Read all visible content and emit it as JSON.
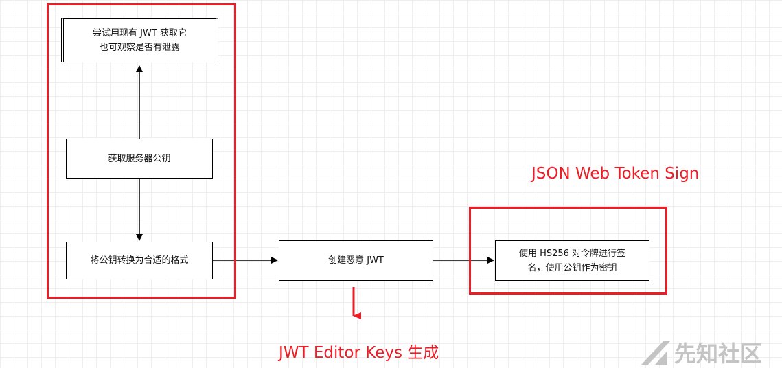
{
  "nodes": {
    "try_existing": "尝试用现有 JWT 获取它\n也可观察是否有泄露",
    "get_public_key": "获取服务器公钥",
    "convert_format": "将公钥转换为合适的格式",
    "create_jwt": "创建恶意 JWT",
    "sign_hs256": "使用 HS256 对令牌进行签\n名，使用公钥作为密钥"
  },
  "annotations": {
    "jwt_sign": "JSON Web Token Sign",
    "editor_keys": "JWT Editor Keys 生成"
  },
  "watermark": "先知社区",
  "colors": {
    "highlight": "#ee1c25",
    "stroke": "#000000",
    "grid": "#efefef"
  }
}
